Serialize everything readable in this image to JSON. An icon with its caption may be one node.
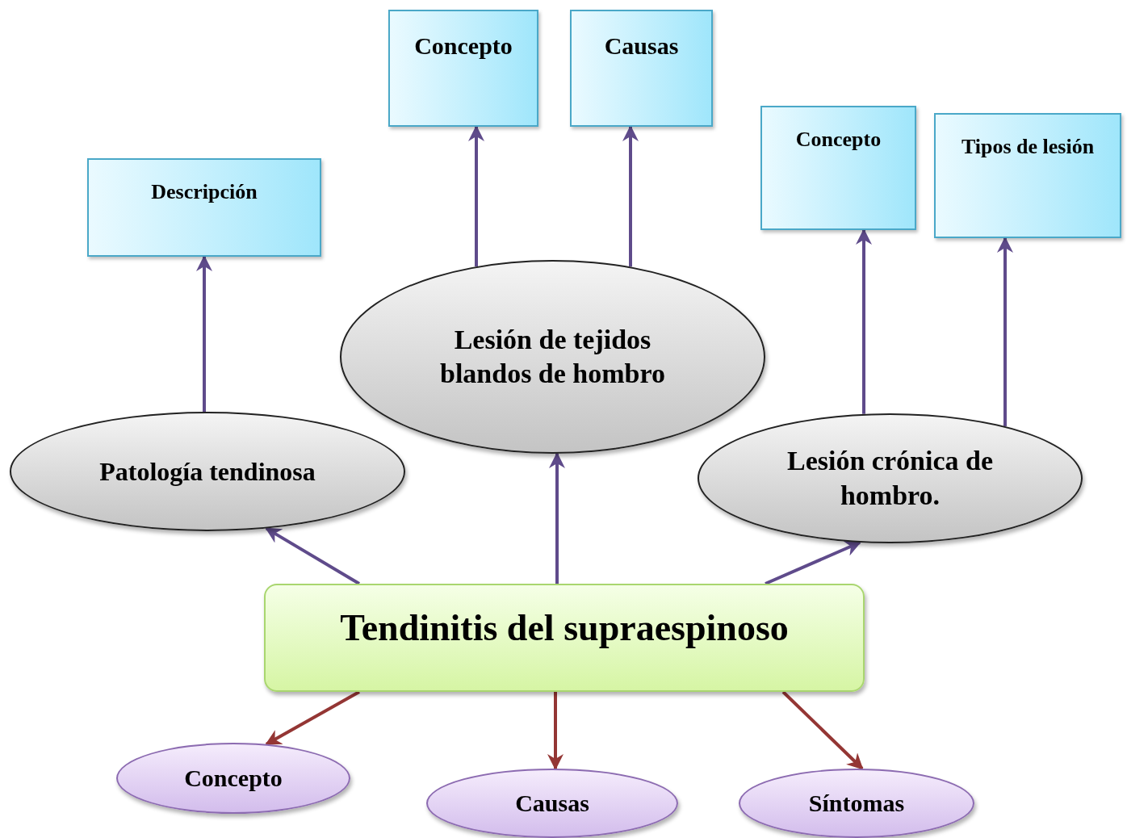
{
  "diagram": {
    "nodes": [
      {
        "text": [
          "Descripción"
        ]
      },
      {
        "text": [
          "Concepto"
        ]
      },
      {
        "text": [
          "Causas"
        ]
      },
      {
        "text": [
          "Concepto"
        ]
      },
      {
        "text": [
          "Tipos de lesión"
        ]
      },
      {
        "text": [
          "Patología tendinosa"
        ]
      },
      {
        "text": [
          "Lesión de tejidos blandos de hombro"
        ]
      },
      {
        "text": [
          "Lesión crónica de hombro."
        ]
      },
      {
        "text": [
          "Tendinitis del supraespinoso"
        ]
      },
      {
        "text": [
          "Concepto"
        ]
      },
      {
        "text": [
          "Causas"
        ]
      },
      {
        "text": [
          "Síntomas"
        ]
      }
    ],
    "edges": [
      {
        "from": 5,
        "to": 0,
        "arrow": "to"
      },
      {
        "from": 6,
        "to": 1,
        "arrow": "to"
      },
      {
        "from": 6,
        "to": 2,
        "arrow": "to"
      },
      {
        "from": 7,
        "to": 3,
        "arrow": "to"
      },
      {
        "from": 7,
        "to": 4,
        "arrow": "to"
      },
      {
        "from": 8,
        "to": 5,
        "arrow": "to"
      },
      {
        "from": 8,
        "to": 6,
        "arrow": "to"
      },
      {
        "from": 8,
        "to": 7,
        "arrow": "to"
      },
      {
        "from": 8,
        "to": 9,
        "arrow": "to",
        "color": "#943634"
      },
      {
        "from": 8,
        "to": 10,
        "arrow": "to",
        "color": "#943634"
      },
      {
        "from": 8,
        "to": 11,
        "arrow": "to",
        "color": "#943634"
      }
    ]
  }
}
